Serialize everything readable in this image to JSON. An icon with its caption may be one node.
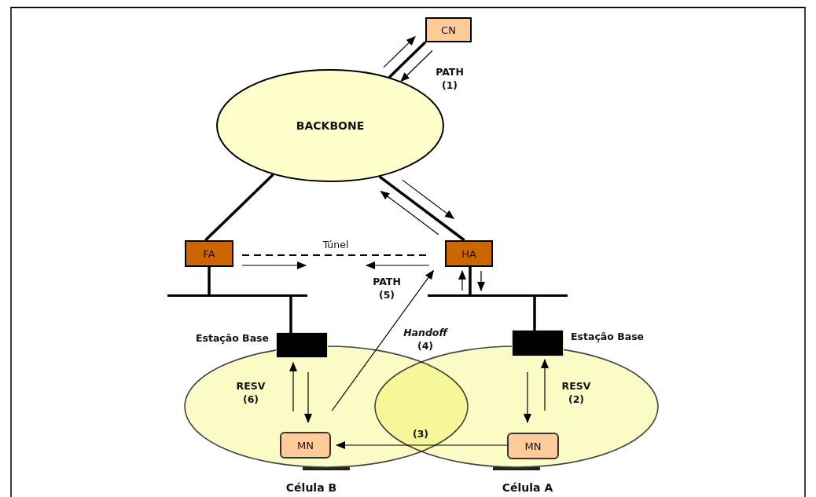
{
  "diagram": {
    "nodes": [
      {
        "text": [
          "CN"
        ]
      },
      {
        "text": [
          "BACKBONE"
        ]
      },
      {
        "text": [
          "FA"
        ]
      },
      {
        "text": [
          "HA"
        ]
      },
      {
        "text": [],
        "shape": "bar"
      },
      {
        "text": [],
        "shape": "bar"
      },
      {
        "text": [
          "Célula B"
        ]
      },
      {
        "text": [],
        "shape": "box",
        "beside": [
          "Estação Base"
        ]
      },
      {
        "text": [
          "MN"
        ],
        "in": 6
      },
      {
        "text": [
          "Célula A"
        ]
      },
      {
        "text": [],
        "shape": "box",
        "beside": [
          "Estação Base"
        ]
      },
      {
        "text": [
          "MN"
        ],
        "in": 9
      }
    ],
    "edges": [
      {
        "from": 0,
        "to": 1,
        "arrow": "none",
        "style": "thick"
      },
      {
        "from": 1,
        "to": 0,
        "arrow": "to"
      },
      {
        "from": 0,
        "to": 1,
        "arrow": "to",
        "label": "PATH (1)"
      },
      {
        "from": 1,
        "to": 2,
        "arrow": "none",
        "style": "thick"
      },
      {
        "from": 1,
        "to": 3,
        "arrow": "none",
        "style": "thick"
      },
      {
        "from": 1,
        "to": 3,
        "arrow": "to"
      },
      {
        "from": 3,
        "to": 1,
        "arrow": "to"
      },
      {
        "from": 2,
        "to": 3,
        "arrow": "none",
        "style": "dashed",
        "label": "Túnel"
      },
      {
        "from": 2,
        "to": null,
        "arrow": "to"
      },
      {
        "from": 3,
        "to": null,
        "arrow": "to",
        "label": "PATH (5)"
      },
      {
        "from": 2,
        "to": 4,
        "arrow": "none",
        "style": "thick"
      },
      {
        "from": 4,
        "to": 7,
        "arrow": "none",
        "style": "thick"
      },
      {
        "from": 3,
        "to": 5,
        "arrow": "none",
        "style": "thick"
      },
      {
        "from": 5,
        "to": 10,
        "arrow": "none",
        "style": "thick"
      },
      {
        "from": 5,
        "to": 3,
        "arrow": "to"
      },
      {
        "from": 3,
        "to": 5,
        "arrow": "to"
      },
      {
        "from": 7,
        "to": 8,
        "arrow": "to"
      },
      {
        "from": 8,
        "to": 7,
        "arrow": "to",
        "label": "RESV (6)"
      },
      {
        "from": 10,
        "to": 11,
        "arrow": "to"
      },
      {
        "from": 11,
        "to": 10,
        "arrow": "to",
        "label": "RESV (2)"
      },
      {
        "from": 11,
        "to": 8,
        "arrow": "to",
        "label": "(3)"
      },
      {
        "from": 8,
        "to": 3,
        "arrow": "to",
        "label": "*Handoff* (4)"
      }
    ]
  }
}
